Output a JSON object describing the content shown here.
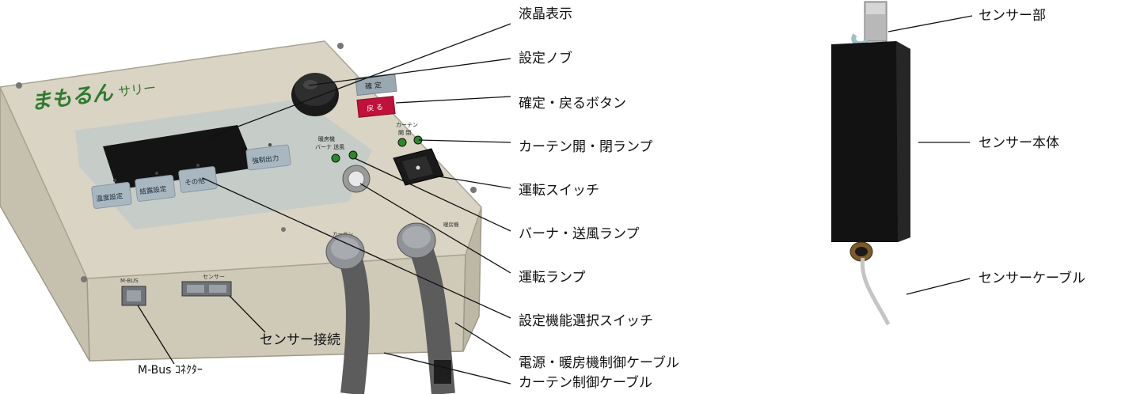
{
  "device": {
    "brand_text": "まもるん",
    "model_text": "サリー",
    "buttons": [
      "温度設定",
      "結露設定",
      "その他",
      "強制出力"
    ],
    "confirm_label": "確 定",
    "back_label": "戻 る",
    "lamp_group1_title": "暖房機",
    "lamp_group1_sub": "バーナ 送風",
    "lamp_group2_title": "カーテン",
    "lamp_group2_sub": "開  閉",
    "port_mbus_label": "M-BUS",
    "port_sensor_label": "センサー",
    "cable_label1": "カーテン",
    "cable_label2": "暖房機"
  },
  "callouts": {
    "lcd": "液晶表示",
    "knob": "設定ノブ",
    "buttons": "確定・戻るボタン",
    "curtain_lamp": "カーテン開・閉ランプ",
    "run_switch": "運転スイッチ",
    "burner_lamp": "バーナ・送風ランプ",
    "run_lamp": "運転ランプ",
    "func_switch": "設定機能選択スイッチ",
    "power_cable": "電源・暖房機制御ケーブル",
    "curtain_cable": "カーテン制御ケーブル",
    "sensor_conn": "センサー接続",
    "mbus_conn": "M-Bus ｺﾈｸﾀｰ",
    "sensor_head": "センサー部",
    "sensor_body": "センサー本体",
    "sensor_cable": "センサーケーブル"
  },
  "colors": {
    "panel": "#d9d4c4",
    "panel_edge": "#b8b2a0",
    "face_blue": "#b7c4cc",
    "lcd": "#141414",
    "brand_green": "#2f7a2f",
    "back_red": "#c0103c",
    "lamp_green": "#2a8a2a",
    "cable": "#5c5c5c",
    "sensor_black": "#121212"
  }
}
